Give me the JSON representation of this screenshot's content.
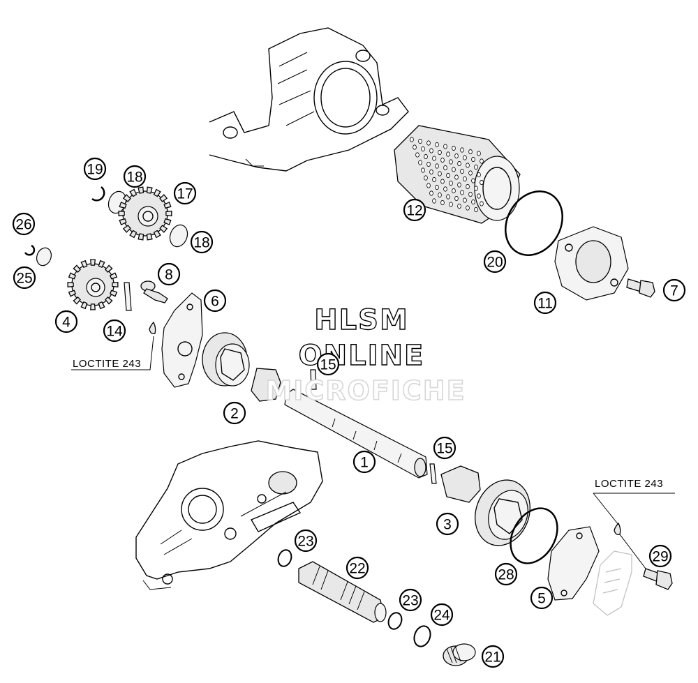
{
  "watermark": {
    "line1": "HLSM",
    "line2": "ONLINE",
    "line3": "MICROFICHE"
  },
  "loctite_labels": [
    "LOCTITE 243",
    "LOCTITE 243"
  ],
  "callouts": [
    "19",
    "18",
    "17",
    "18",
    "26",
    "25",
    "4",
    "14",
    "8",
    "6",
    "12",
    "20",
    "11",
    "7",
    "15",
    "2",
    "1",
    "15",
    "3",
    "23",
    "22",
    "23",
    "24",
    "21",
    "28",
    "5",
    "29"
  ]
}
